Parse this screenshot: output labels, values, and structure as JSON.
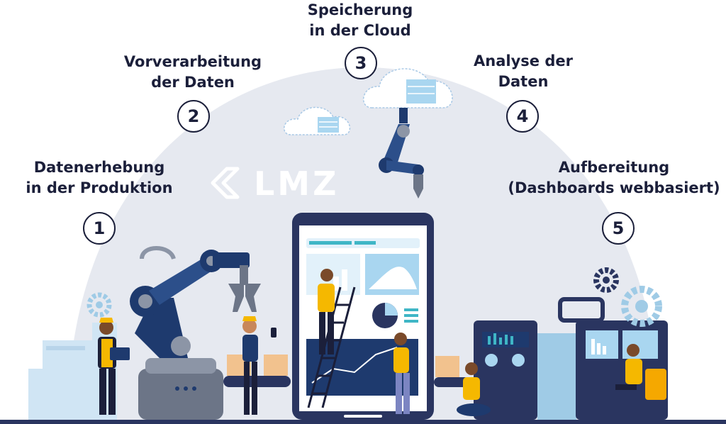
{
  "logo": {
    "text": "LMZ"
  },
  "steps": [
    {
      "number": "1",
      "line1": "Datenerhebung",
      "line2": "in der Produktion"
    },
    {
      "number": "2",
      "line1": "Vorverarbeitung",
      "line2": "der Daten"
    },
    {
      "number": "3",
      "line1": "Speicherung",
      "line2": "in der Cloud"
    },
    {
      "number": "4",
      "line1": "Analyse der",
      "line2": "Daten"
    },
    {
      "number": "5",
      "line1": "Aufbereitung",
      "line2": "(Dashboards webbasiert)"
    }
  ],
  "colors": {
    "arc": "#e6e9f0",
    "navy": "#1e3a6e",
    "dark_text": "#1b1f3a",
    "accent_yellow": "#f5b800",
    "light_blue": "#a9d6f0",
    "teal": "#3fb6c6",
    "grey": "#9aa3b2"
  }
}
